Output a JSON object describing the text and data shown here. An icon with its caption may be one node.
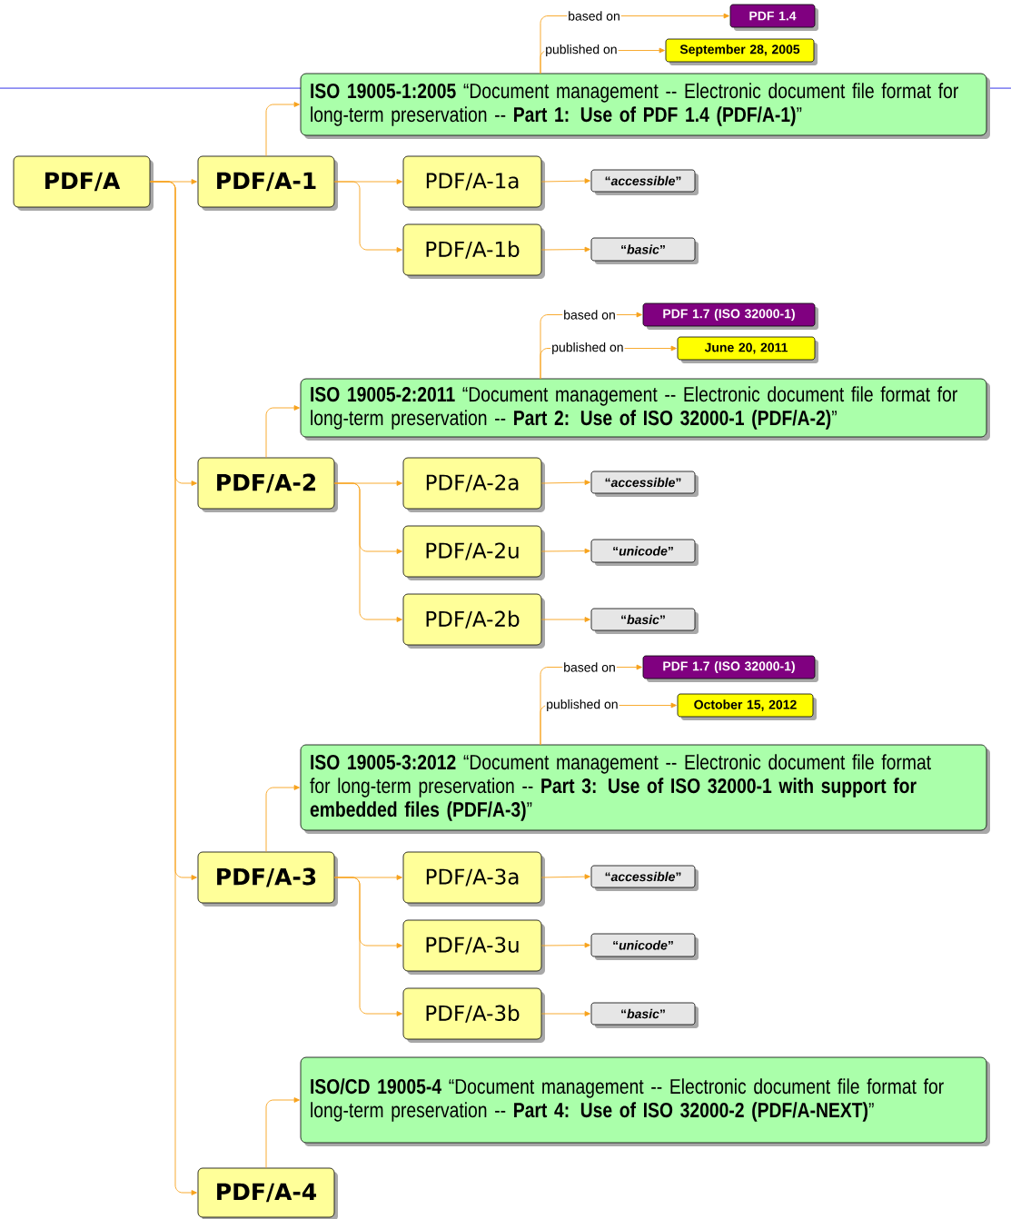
{
  "diagram": {
    "nodes": [
      {
        "text": [
          "PDF/A"
        ]
      },
      {
        "text": [
          "PDF/A-1"
        ]
      },
      {
        "text": [
          "**ISO 19005-1:2005** “Document management -- Electronic document file format for long-term preservation -- **Part 1: Use of PDF 1.4 (PDF/A-1)**”"
        ]
      },
      {
        "text": [
          "PDF 1.4"
        ]
      },
      {
        "text": [
          "September 28, 2005"
        ]
      },
      {
        "text": [
          "PDF/A-1a"
        ]
      },
      {
        "text": [
          "“*accessible*”"
        ]
      },
      {
        "text": [
          "PDF/A-1b"
        ]
      },
      {
        "text": [
          "“*basic*”"
        ]
      },
      {
        "text": [
          "PDF/A-2"
        ]
      },
      {
        "text": [
          "**ISO 19005-2:2011** “Document management -- Electronic document file format for long-term preservation -- **Part 2: Use of ISO 32000-1 (PDF/A-2)**”"
        ]
      },
      {
        "text": [
          "PDF 1.7 (ISO 32000-1)"
        ]
      },
      {
        "text": [
          "June 20, 2011"
        ]
      },
      {
        "text": [
          "PDF/A-2a"
        ]
      },
      {
        "text": [
          "“*accessible*”"
        ]
      },
      {
        "text": [
          "PDF/A-2u"
        ]
      },
      {
        "text": [
          "“*unicode*”"
        ]
      },
      {
        "text": [
          "PDF/A-2b"
        ]
      },
      {
        "text": [
          "“*basic*”"
        ]
      },
      {
        "text": [
          "PDF/A-3"
        ]
      },
      {
        "text": [
          "**ISO 19005-3:2012** “Document management -- Electronic document file format for long-term preservation -- **Part 3: Use of ISO 32000-1 with support for embedded files (PDF/A-3)**”"
        ]
      },
      {
        "text": [
          "PDF 1.7 (ISO 32000-1)"
        ]
      },
      {
        "text": [
          "October 15, 2012"
        ]
      },
      {
        "text": [
          "PDF/A-3a"
        ]
      },
      {
        "text": [
          "“*accessible*”"
        ]
      },
      {
        "text": [
          "PDF/A-3u"
        ]
      },
      {
        "text": [
          "“*unicode*”"
        ]
      },
      {
        "text": [
          "PDF/A-3b"
        ]
      },
      {
        "text": [
          "“*basic*”"
        ]
      },
      {
        "text": [
          "PDF/A-4"
        ]
      },
      {
        "text": [
          "**ISO/CD 19005-4** “Document management -- Electronic document file format for long-term preservation -- **Part 4: Use of ISO 32000-2 (PDF/A-NEXT)**”"
        ]
      }
    ],
    "edges": [
      {
        "from": 0,
        "to": 1,
        "arrow": "to"
      },
      {
        "from": 0,
        "to": 9,
        "arrow": "to"
      },
      {
        "from": 0,
        "to": 19,
        "arrow": "to"
      },
      {
        "from": 0,
        "to": 29,
        "arrow": "to"
      },
      {
        "from": 1,
        "to": 2,
        "arrow": "to"
      },
      {
        "from": 2,
        "to": 3,
        "arrow": "to",
        "label": "based on"
      },
      {
        "from": 2,
        "to": 4,
        "arrow": "to",
        "label": "published on"
      },
      {
        "from": 1,
        "to": 5,
        "arrow": "to"
      },
      {
        "from": 1,
        "to": 7,
        "arrow": "to"
      },
      {
        "from": 5,
        "to": 6,
        "arrow": "to"
      },
      {
        "from": 7,
        "to": 8,
        "arrow": "to"
      },
      {
        "from": 9,
        "to": 10,
        "arrow": "to"
      },
      {
        "from": 10,
        "to": 11,
        "arrow": "to",
        "label": "based on"
      },
      {
        "from": 10,
        "to": 12,
        "arrow": "to",
        "label": "published on"
      },
      {
        "from": 9,
        "to": 13,
        "arrow": "to"
      },
      {
        "from": 9,
        "to": 15,
        "arrow": "to"
      },
      {
        "from": 9,
        "to": 17,
        "arrow": "to"
      },
      {
        "from": 13,
        "to": 14,
        "arrow": "to"
      },
      {
        "from": 15,
        "to": 16,
        "arrow": "to"
      },
      {
        "from": 17,
        "to": 18,
        "arrow": "to"
      },
      {
        "from": 19,
        "to": 20,
        "arrow": "to"
      },
      {
        "from": 20,
        "to": 21,
        "arrow": "to",
        "label": "based on"
      },
      {
        "from": 20,
        "to": 22,
        "arrow": "to",
        "label": "published on"
      },
      {
        "from": 19,
        "to": 23,
        "arrow": "to"
      },
      {
        "from": 19,
        "to": 25,
        "arrow": "to"
      },
      {
        "from": 19,
        "to": 27,
        "arrow": "to"
      },
      {
        "from": 23,
        "to": 24,
        "arrow": "to"
      },
      {
        "from": 25,
        "to": 26,
        "arrow": "to"
      },
      {
        "from": 27,
        "to": 28,
        "arrow": "to"
      },
      {
        "from": 29,
        "to": 30,
        "arrow": "to"
      }
    ]
  }
}
